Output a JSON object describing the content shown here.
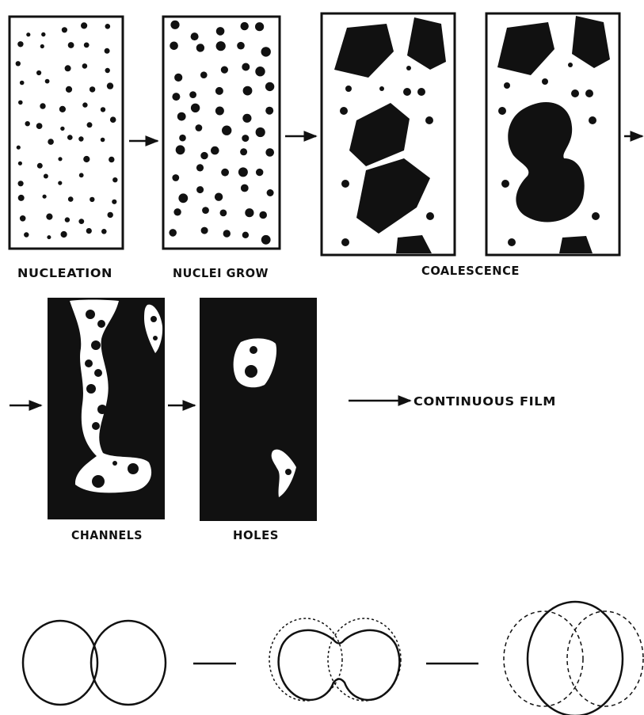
{
  "stages": {
    "nucleation": "NUCLEATION",
    "nuclei_grow": "NUCLEI GROW",
    "coalescence": "COALESCENCE",
    "channels": "CHANNELS",
    "holes": "HOLES",
    "continuous_film": "CONTINUOUS FILM"
  },
  "colors": {
    "ink": "#111111",
    "paper": "#ffffff"
  }
}
